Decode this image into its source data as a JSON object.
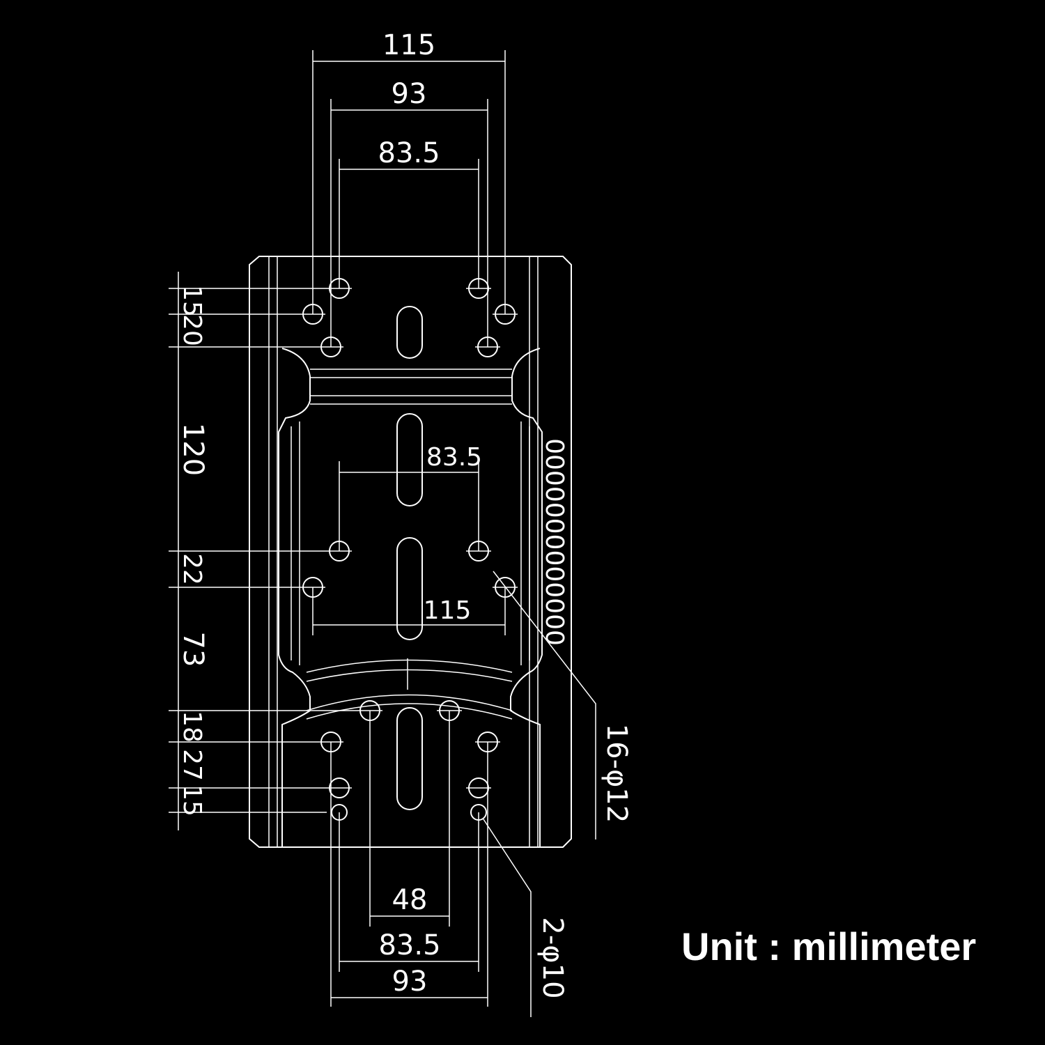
{
  "diagram": {
    "top_dims": [
      "115",
      "93",
      "83.5"
    ],
    "mid_dims": [
      "83.5",
      "115"
    ],
    "bottom_dims": [
      "48",
      "83.5",
      "93"
    ],
    "left_dims": [
      "15",
      "20",
      "120",
      "22",
      "73",
      "18",
      "27",
      "15"
    ],
    "callout_holes_12": "16-φ12",
    "callout_holes_10": "2-φ10",
    "side_marks": "0000000000000"
  },
  "unit_label": "Unit : millimeter",
  "colors": {
    "background": "#000000",
    "lines": "#ffffff"
  }
}
